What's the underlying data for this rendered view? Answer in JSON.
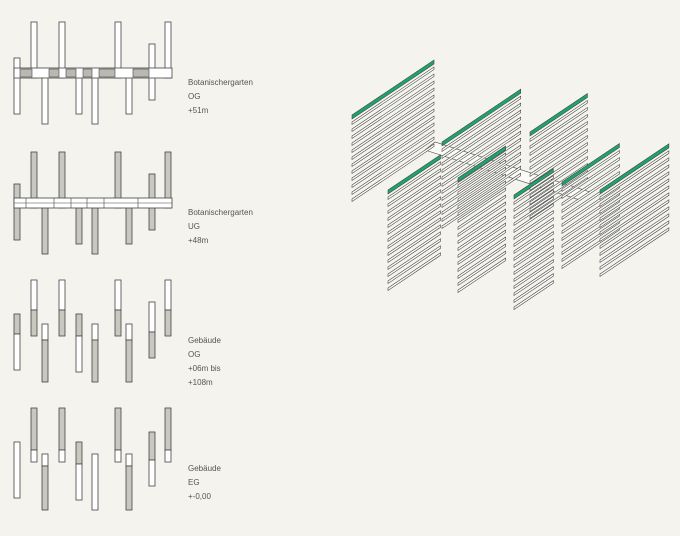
{
  "colors": {
    "background": "#f4f3ee",
    "line": "#444444",
    "fill_grey": "#c8c8c0",
    "fill_white": "#ffffff",
    "roof_green": "#1fa36c",
    "text": "#555555"
  },
  "levels": [
    {
      "name": "Botanischergarten OG",
      "elevation": "+51m"
    },
    {
      "name": "Botanischergarten UG",
      "elevation": "+48m"
    },
    {
      "name": "Gebäude OG",
      "elevation": "+06m bis +108m"
    },
    {
      "name": "Gebäude EG",
      "elevation": "+-0,00"
    }
  ]
}
